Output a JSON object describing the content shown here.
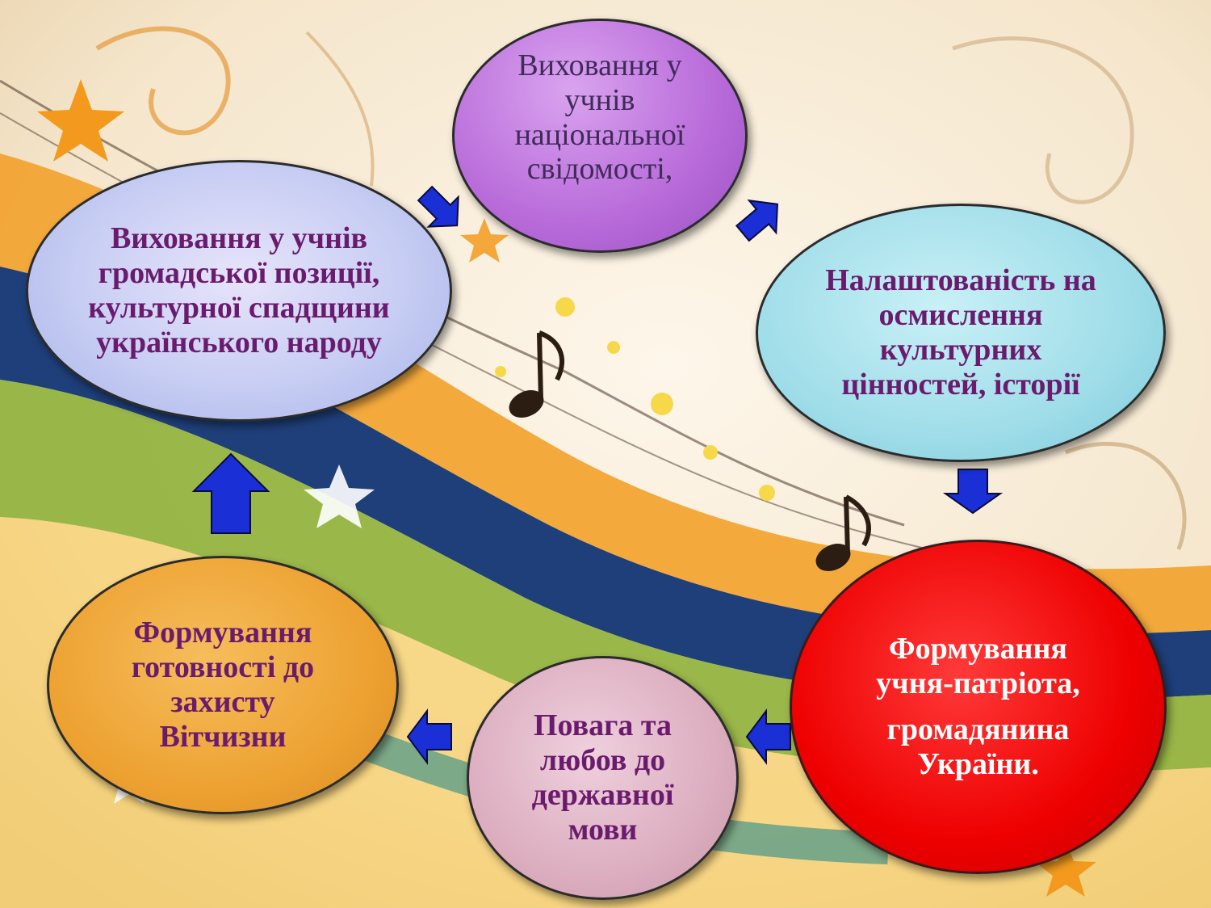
{
  "nodes": {
    "purple": {
      "text": "Виховання у учнів національної свідомості,"
    },
    "left": {
      "text": "Виховання у учнів громадської позиції, культурної спадщини українського народу"
    },
    "right": {
      "text": "Налаштованість на осмислення культурних цінностей, історії"
    },
    "red": {
      "line1": "Формування учня-патріота,",
      "line2": "громадянина України."
    },
    "pink": {
      "text": "Повага та любов до державної мови"
    },
    "orange": {
      "text": "Формування готовності до захисту Вітчизни"
    }
  },
  "colors": {
    "node_text": "#6a1b6e",
    "arrow": "#1a2fd6",
    "red_node": "#ee0000"
  },
  "icons": [
    "arrow-icon",
    "music-note-icon",
    "star-icon"
  ]
}
